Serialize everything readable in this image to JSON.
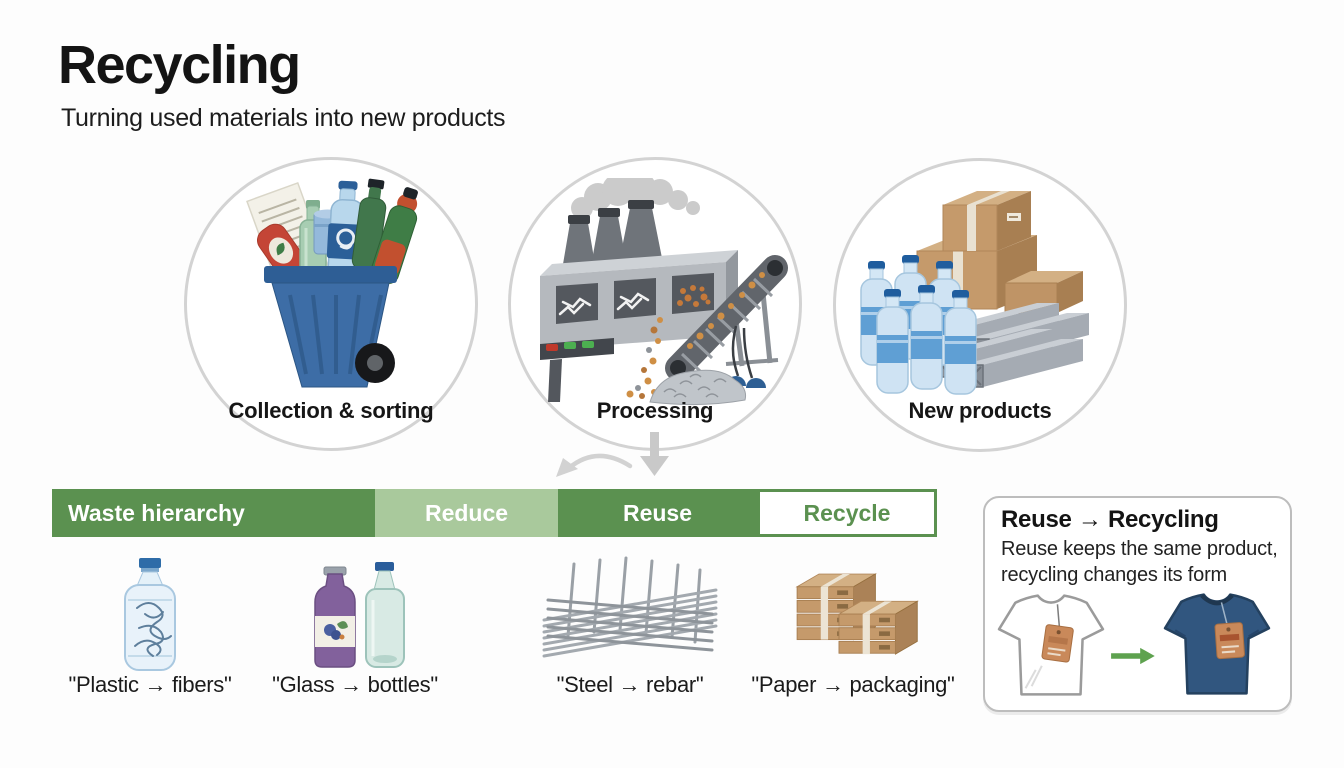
{
  "header": {
    "title": "Recycling",
    "subtitle": "Turning used materials into new products"
  },
  "stages": [
    {
      "label": "Collection & sorting",
      "icon": "recycling-bin-icon"
    },
    {
      "label": "Processing",
      "icon": "factory-conveyor-icon"
    },
    {
      "label": "New products",
      "icon": "new-products-icon"
    }
  ],
  "flow_arrows": [
    {
      "icon": "down-arrow-icon"
    },
    {
      "icon": "curved-arrow-icon"
    }
  ],
  "hierarchy": {
    "title": "Waste hierarchy",
    "segments": [
      {
        "label": "Reduce"
      },
      {
        "label": "Reuse"
      },
      {
        "label": "Recycle"
      }
    ]
  },
  "examples": [
    {
      "label": "\"Plastic → fibers\"",
      "icon": "plastic-bottle-fibers-icon"
    },
    {
      "label": "\"Glass → bottles\"",
      "icon": "glass-bottles-icon"
    },
    {
      "label": "\"Steel → rebar\"",
      "icon": "steel-rebar-icon"
    },
    {
      "label": "\"Paper → packaging\"",
      "icon": "paper-packaging-icon"
    }
  ],
  "callout": {
    "title": "Reuse → Recycling",
    "line1": "Reuse keeps the same product,",
    "line2": "recycling changes its form",
    "before_icon": "white-tshirt-icon",
    "arrow_icon": "green-arrow-icon",
    "after_icon": "blue-tshirt-icon"
  },
  "colors": {
    "background": "#fdfdfd",
    "text": "#1f1f1f",
    "green_dark": "#5b9150",
    "green_light": "#a9c99c",
    "green_arrow": "#5ea24f",
    "circle_border": "#d3d3d3",
    "flow_arrow_gray": "#cccccc",
    "callout_border": "#bdbdbd",
    "bin_blue": "#3d6da6",
    "cardboard_tan": "#c59a6b",
    "tshirt_blue": "#31567f",
    "tag_orange": "#c9895a"
  }
}
